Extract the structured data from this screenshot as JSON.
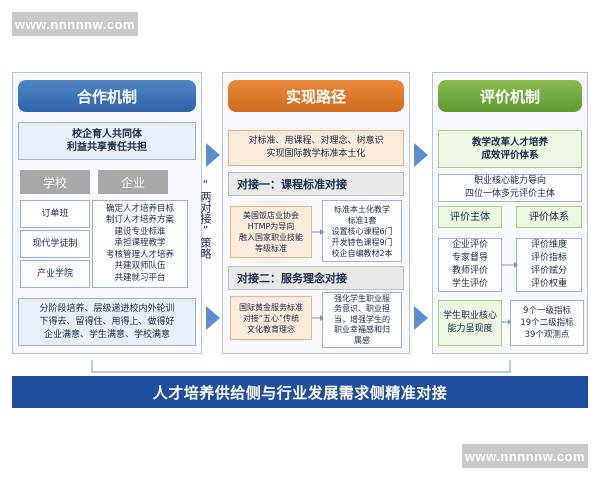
{
  "watermark_top": "www.nnnnnw.com",
  "watermark_bottom": "www.nnnnnw.com",
  "left": {
    "header": "合作机制",
    "title": "校企育人共同体\n利益共享责任共担",
    "school_label": "学校",
    "enterprise_label": "企业",
    "school_items": [
      "订单班",
      "现代学徒制",
      "产业学院"
    ],
    "enterprise_text": "确定人才培养目标\n制订人才培养方案\n建设专业标准\n承担课程教学\n考核管理人才培养\n共建双师队伍\n共建就习平台",
    "bottom_text": "分阶段培养、层级递进校内外轮训\n下得去、留得住、用得上、做得好\n企业满意、学生满意、学校满意"
  },
  "strategy_label": "“两对接”策略",
  "middle": {
    "header": "实现路径",
    "top_text": "对标准、用课程、对理念、树意识\n实现国际教学标准本土化",
    "sub1": "对接一：课程标准对接",
    "sub1_left": "美国饭店业协会\nHTMP为导向\n融入国家职业技能\n等级标准",
    "sub1_right": "标准本土化教学\n标准1套\n设置核心课程6门\n开发特色课程9门\n校企自编教材2本",
    "sub2": "对接二：服务理念对接",
    "sub2_left": "国际黄金服务标准\n对接“五心”传统\n文化教育理念",
    "sub2_right": "强化学生职业服\n务意识、职业担\n当，增强学生的\n职业幸福感和归\n属感"
  },
  "right": {
    "header": "评价机制",
    "title": "教学改革人才培养\n成效评价体系",
    "top_text": "职业核心能力导向\n四位一体多元评价主体",
    "subject_label": "评价主体",
    "system_label": "评价体系",
    "subject_text": "企业评价\n专家督导\n教师评价\n学生评价",
    "system_text": "评价维度\n评价指标\n评价赋分\n评价权重",
    "core_text": "学生职业核心\n能力呈现度",
    "indicator_text": "9个一级指标\n19个二级指标\n39个观测点"
  },
  "bottom_banner": "人才培养供给侧与行业发展需求侧精准对接"
}
